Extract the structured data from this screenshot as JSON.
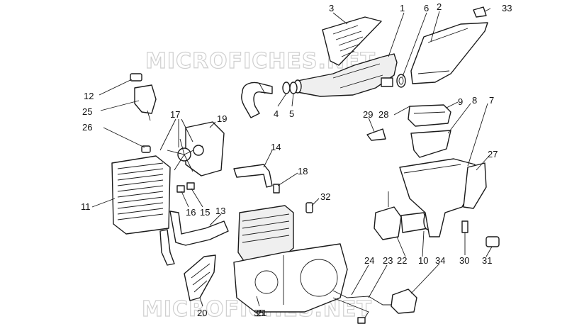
{
  "watermark": {
    "text": "MICROFICHES.NET"
  },
  "callouts": {
    "c1": "1",
    "c2": "2",
    "c3": "3",
    "c4": "4",
    "c5": "5",
    "c6": "6",
    "c7": "7",
    "c8": "8",
    "c9": "9",
    "c10": "10",
    "c11": "11",
    "c12": "12",
    "c13": "13",
    "c14": "14",
    "c15": "15",
    "c16": "16",
    "c17": "17",
    "c18": "18",
    "c19": "19",
    "c20": "20",
    "c21": "21",
    "c22": "22",
    "c23": "23",
    "c24": "24",
    "c25": "25",
    "c26": "26",
    "c27": "27",
    "c28": "28",
    "c29": "29",
    "c30": "30",
    "c31": "31",
    "c32": "32",
    "c33": "33",
    "c34": "34",
    "c35": "35"
  }
}
